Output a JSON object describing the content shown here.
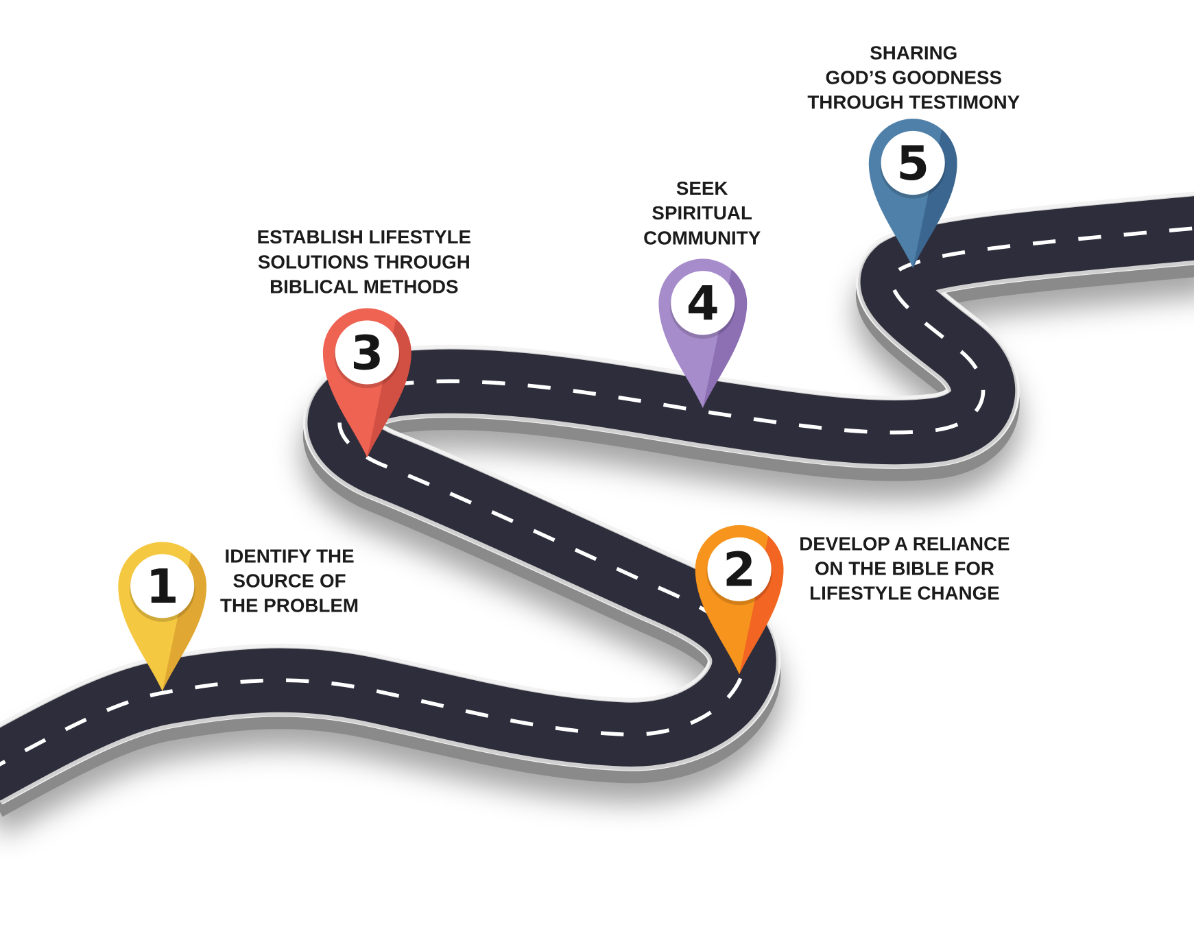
{
  "title": "Road map to lifestyle change",
  "colors": {
    "road": "#2e2d3b",
    "road_edge": "#f2f2f2",
    "road_side": "#8a8a8a",
    "lane_marking": "#ffffff"
  },
  "steps": [
    {
      "number": "1",
      "lines": [
        "IDENTIFY THE",
        "SOURCE OF",
        "THE PROBLEM"
      ],
      "color": "#f5c842",
      "shade": "#e0a832",
      "icon": "map-pin-icon"
    },
    {
      "number": "2",
      "lines": [
        "DEVELOP A RELIANCE",
        "ON THE BIBLE FOR",
        "LIFESTYLE CHANGE"
      ],
      "color": "#f7941d",
      "shade": "#f26522",
      "icon": "map-pin-icon"
    },
    {
      "number": "3",
      "lines": [
        "ESTABLISH LIFESTYLE",
        "SOLUTIONS THROUGH",
        "BIBLICAL METHODS"
      ],
      "color": "#ef6353",
      "shade": "#d24f43",
      "icon": "map-pin-icon"
    },
    {
      "number": "4",
      "lines": [
        "SEEK",
        "SPIRITUAL",
        "COMMUNITY"
      ],
      "color": "#a68cca",
      "shade": "#8d6fb4",
      "icon": "map-pin-icon"
    },
    {
      "number": "5",
      "lines": [
        "SHARING",
        "GOD’S GOODNESS",
        "THROUGH TESTIMONY"
      ],
      "color": "#4f80a9",
      "shade": "#3b6690",
      "icon": "map-pin-icon"
    }
  ]
}
